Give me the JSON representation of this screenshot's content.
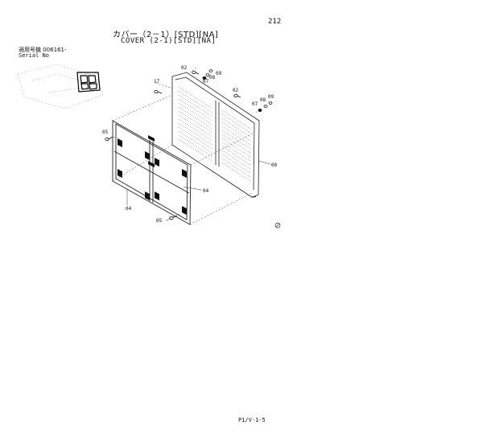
{
  "header": {
    "page_number": "212",
    "title_jp": "カバー（2－1）[STD][NA]",
    "title_en": "COVER (2-1)[STD][NA]"
  },
  "serial": {
    "label_jp": "適用号機 006161-",
    "label_en": "Serial No"
  },
  "callouts": {
    "c00": "00",
    "c02_top": "02",
    "c02_right": "02",
    "c04_center": "04",
    "c04_left": "04",
    "c05_left": "05",
    "c05_bottom": "05",
    "c07_top": "07",
    "c07_right": "07",
    "c08_top": "08",
    "c08_right": "08",
    "c09_top": "09",
    "c09_right": "09",
    "c17": "17"
  },
  "footer": {
    "code": "P1/V-1-5"
  }
}
